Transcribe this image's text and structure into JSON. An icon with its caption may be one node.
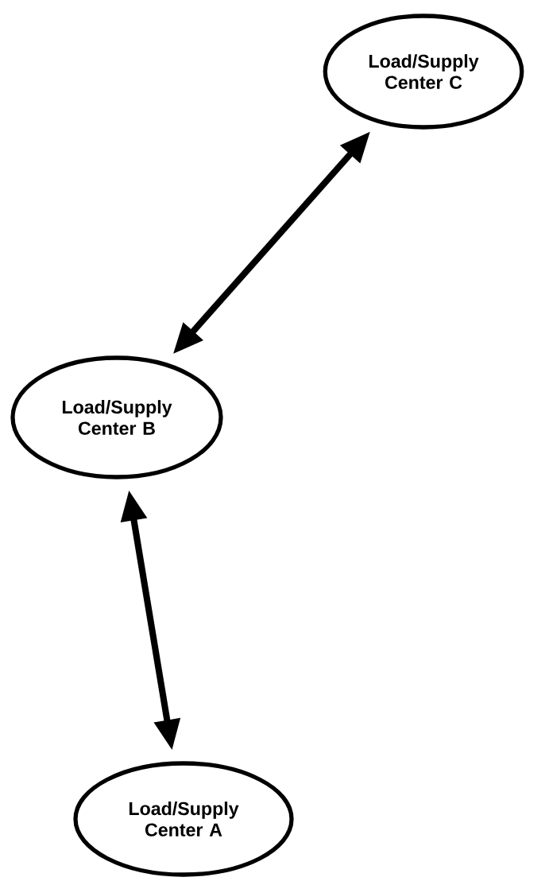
{
  "diagram": {
    "nodes": [
      {
        "text": [
          "Load/Supply Center C"
        ]
      },
      {
        "text": [
          "Load/Supply Center B"
        ]
      },
      {
        "text": [
          "Load/Supply Center A"
        ]
      }
    ],
    "edges": [
      {
        "from": 0,
        "to": 1,
        "arrow": "both"
      },
      {
        "from": 1,
        "to": 2,
        "arrow": "both"
      }
    ]
  }
}
